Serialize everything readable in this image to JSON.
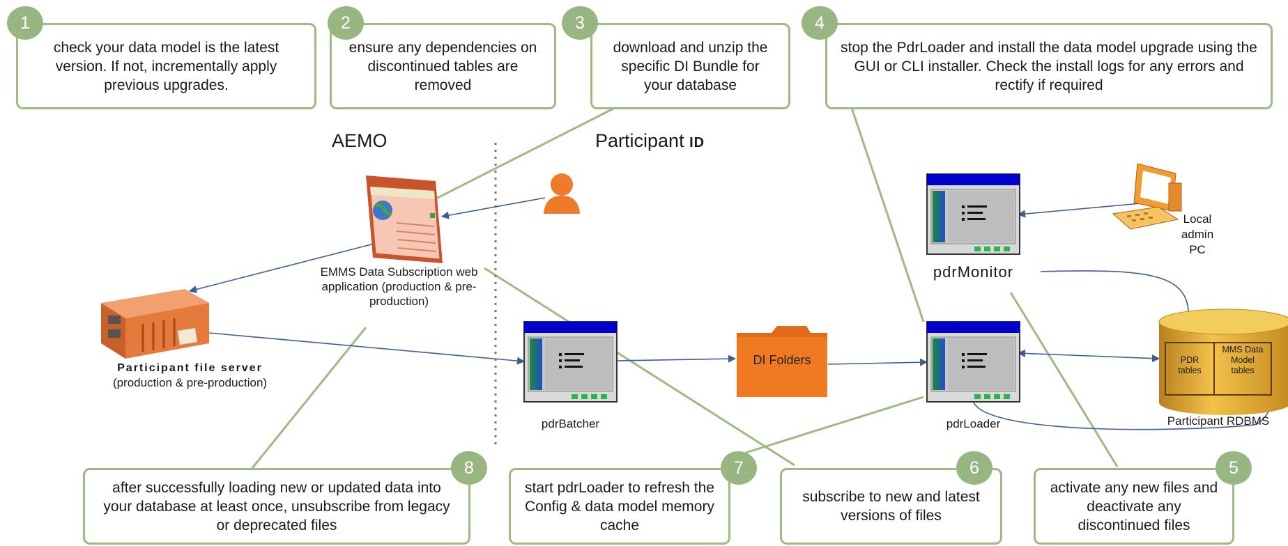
{
  "headers": {
    "aemo": "AEMO",
    "participant": "Participant",
    "participant_id": "ID"
  },
  "steps": [
    {
      "num": "1",
      "text": "check your data model is the latest version. If not, incrementally apply previous upgrades."
    },
    {
      "num": "2",
      "text": "ensure any dependencies on discontinued tables are removed"
    },
    {
      "num": "3",
      "text": "download and unzip the specific DI Bundle for your database"
    },
    {
      "num": "4",
      "text": "stop the PdrLoader and install the data model upgrade using the GUI or CLI installer. Check the install logs for any errors and rectify if required"
    },
    {
      "num": "5",
      "text": "activate any new files and deactivate any discontinued files"
    },
    {
      "num": "6",
      "text": "subscribe to new and latest versions of files"
    },
    {
      "num": "7",
      "text": "start pdrLoader to refresh the Config & data model memory cache"
    },
    {
      "num": "8",
      "text": "after successfully loading new or updated data into your database at least once, unsubscribe from legacy or deprecated files"
    }
  ],
  "components": {
    "emms": "EMMS Data Subscription web application (production & pre-production)",
    "file_server_name": "Participant file server",
    "file_server_env": "(production & pre-production)",
    "pdr_batcher": "pdrBatcher",
    "di_folders": "DI Folders",
    "pdr_loader": "pdrLoader",
    "pdr_monitor": "pdrMonitor",
    "local_admin": "Local admin PC",
    "rdbms": "Participant RDBMS",
    "pdr_tables": "PDR tables",
    "mms_tables": "MMS Data Model tables"
  },
  "colors": {
    "accent_green": "#98b681",
    "connector_blue": "#3a5f95",
    "folder_orange": "#f07a22",
    "db_gold": "#e3ab2c",
    "app_blue": "#0000cc"
  }
}
